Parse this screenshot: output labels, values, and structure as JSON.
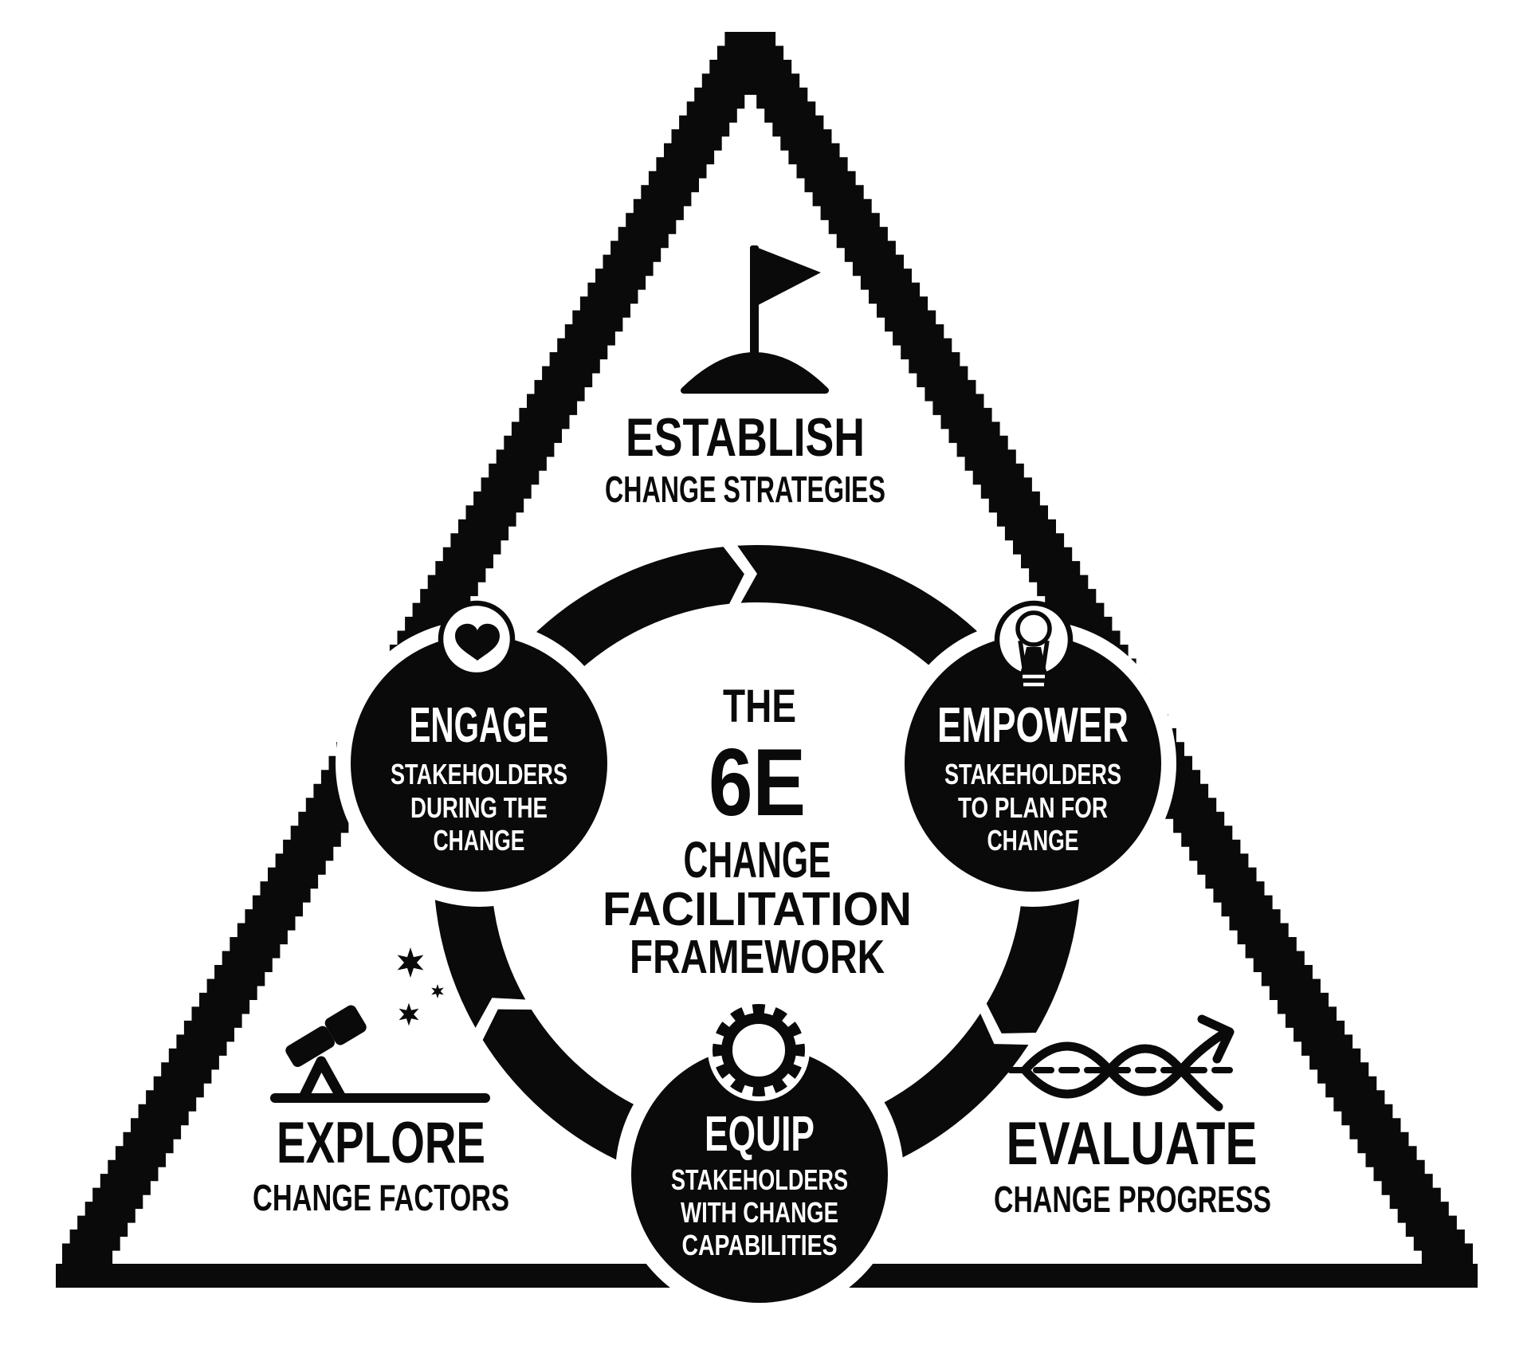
{
  "diagram": {
    "colors": {
      "ink": "#0a0a0a",
      "paper": "#ffffff"
    },
    "center": {
      "line1": "THE",
      "line2": "6E",
      "line3": "CHANGE",
      "line4": "FACILITATION",
      "line5": "FRAMEWORK"
    },
    "stages": {
      "establish": {
        "title": "ESTABLISH",
        "subtitle": "CHANGE STRATEGIES",
        "icon": "flag-icon"
      },
      "engage": {
        "title": "ENGAGE",
        "lines": [
          "STAKEHOLDERS",
          "DURING THE",
          "CHANGE"
        ],
        "icon": "heart-icon"
      },
      "empower": {
        "title": "EMPOWER",
        "lines": [
          "STAKEHOLDERS",
          "TO PLAN FOR",
          "CHANGE"
        ],
        "icon": "lightbulb-icon"
      },
      "equip": {
        "title": "EQUIP",
        "lines": [
          "STAKEHOLDERS",
          "WITH CHANGE",
          "CAPABILITIES"
        ],
        "icon": "gear-icon"
      },
      "explore": {
        "title": "EXPLORE",
        "subtitle": "CHANGE FACTORS",
        "icon": "telescope-icon"
      },
      "evaluate": {
        "title": "EVALUATE",
        "subtitle": "CHANGE PROGRESS",
        "icon": "wavy-arrow-icon"
      }
    }
  }
}
